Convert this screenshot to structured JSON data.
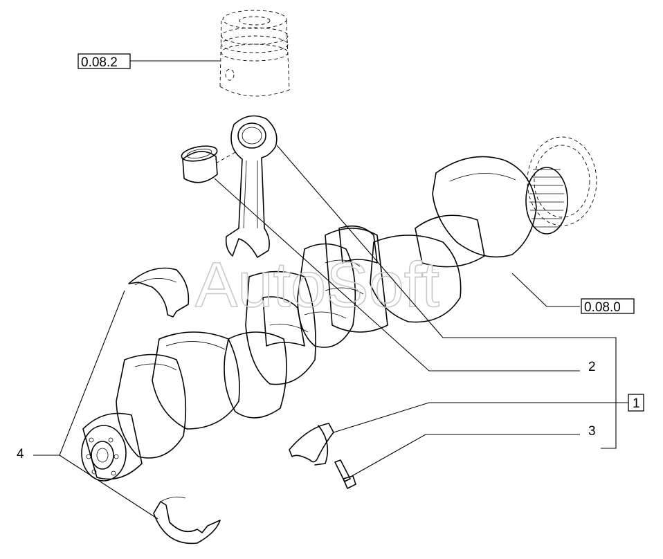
{
  "watermark": "AutoSoft",
  "callouts": {
    "piston_ref": "0.08.2",
    "crankshaft_ref": "0.08.0",
    "rod_assembly": "1",
    "small_end_bushing": "2",
    "cap_bolt": "3",
    "big_end_bearing_shells": "4"
  }
}
